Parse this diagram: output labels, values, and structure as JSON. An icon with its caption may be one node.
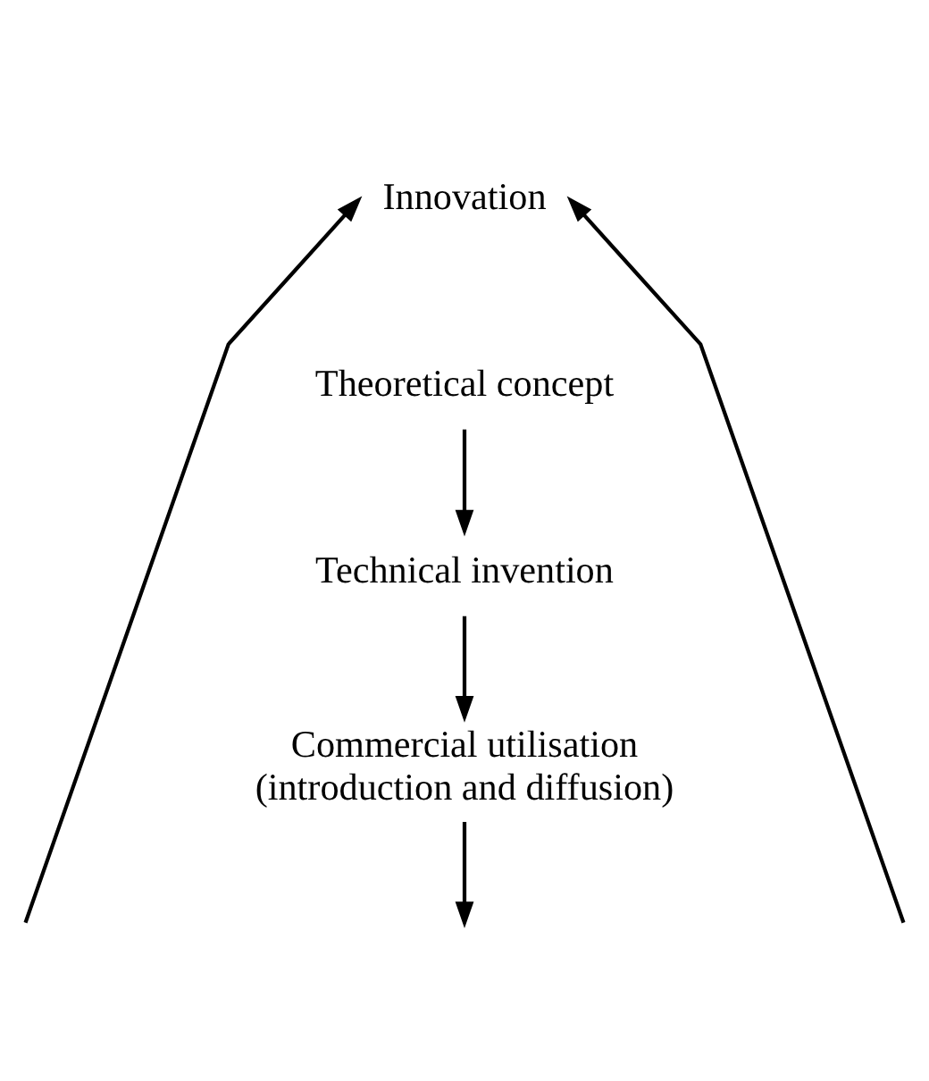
{
  "diagram": {
    "nodes": [
      {
        "text": [
          "Innovation"
        ]
      },
      {
        "text": [
          "Theoretical concept"
        ]
      },
      {
        "text": [
          "Technical invention"
        ]
      },
      {
        "text": [
          "Commercial utilisation (introduction and diffusion)"
        ]
      }
    ],
    "edges": [
      {
        "from": null,
        "to": 0,
        "arrow": "to"
      },
      {
        "from": null,
        "to": 0,
        "arrow": "to"
      },
      {
        "from": 1,
        "to": 2,
        "arrow": "to"
      },
      {
        "from": 2,
        "to": 3,
        "arrow": "to"
      },
      {
        "from": 3,
        "to": null,
        "arrow": "to"
      }
    ]
  }
}
